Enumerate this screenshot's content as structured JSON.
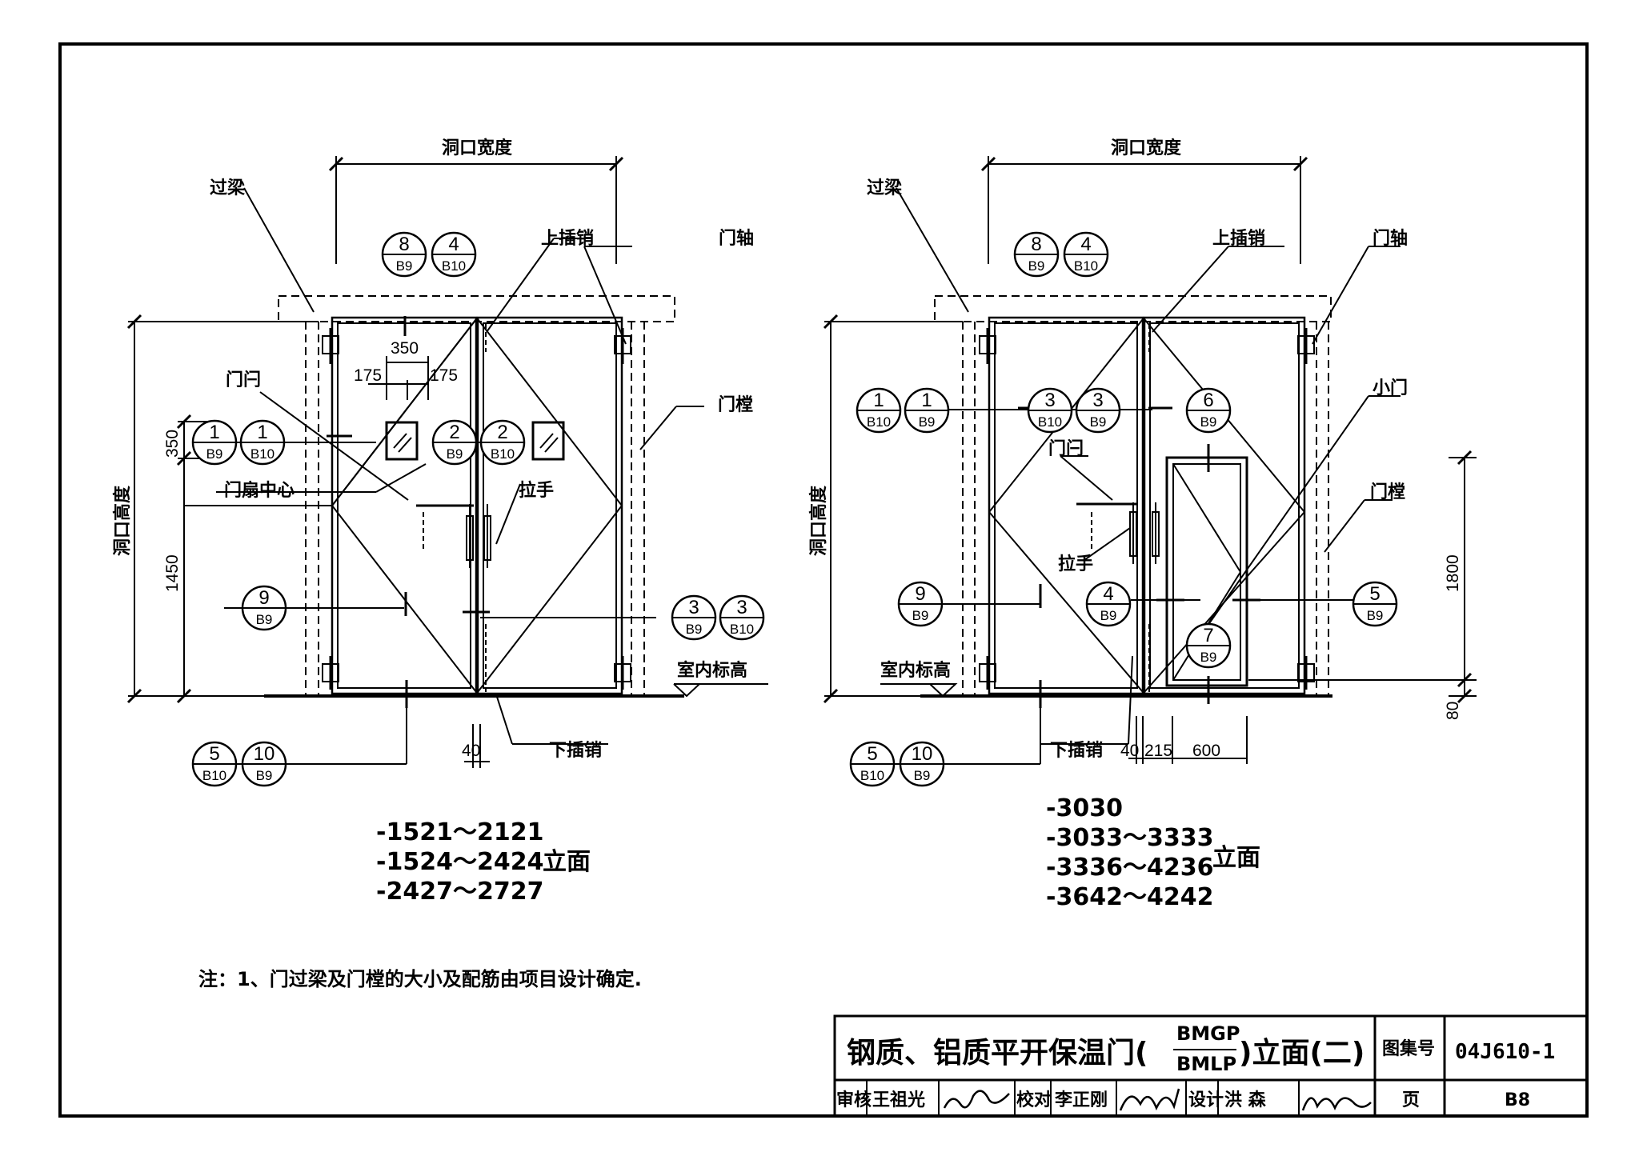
{
  "left": {
    "opening_width": "洞口宽度",
    "lintel": "过梁",
    "top_bolt": "上插销",
    "hinge": "门轴",
    "frame": "门樘",
    "latch": "门闩",
    "leaf_center": "门扇中心",
    "handle": "拉手",
    "opening_height": "洞口高度",
    "floor_level": "室内标高",
    "bottom_bolt": "下插销",
    "dims": {
      "d350_top": "350",
      "d175a": "175",
      "d175b": "175",
      "d350_side": "350",
      "d1450": "1450",
      "d40": "40"
    },
    "callouts": [
      {
        "n": "8",
        "s": "B9"
      },
      {
        "n": "4",
        "s": "B10"
      },
      {
        "n": "1",
        "s": "B9"
      },
      {
        "n": "1",
        "s": "B10"
      },
      {
        "n": "2",
        "s": "B9"
      },
      {
        "n": "2",
        "s": "B10"
      },
      {
        "n": "9",
        "s": "B9"
      },
      {
        "n": "3",
        "s": "B9"
      },
      {
        "n": "3",
        "s": "B10"
      },
      {
        "n": "5",
        "s": "B10"
      },
      {
        "n": "10",
        "s": "B9"
      }
    ],
    "codes": [
      "-1521～2121",
      "-1524～2424",
      "-2427～2727"
    ],
    "view_label": "立面"
  },
  "right": {
    "opening_width": "洞口宽度",
    "lintel": "过梁",
    "top_bolt": "上插销",
    "hinge": "门轴",
    "small_door": "小门",
    "frame": "门樘",
    "latch": "门闩",
    "handle": "拉手",
    "opening_height": "洞口高度",
    "floor_level": "室内标高",
    "bottom_bolt": "下插销",
    "dims": {
      "d1800": "1800",
      "d80": "80",
      "d40": "40",
      "d215": "215",
      "d600": "600"
    },
    "callouts": [
      {
        "n": "8",
        "s": "B9"
      },
      {
        "n": "4",
        "s": "B10"
      },
      {
        "n": "1",
        "s": "B10"
      },
      {
        "n": "1",
        "s": "B9"
      },
      {
        "n": "3",
        "s": "B10"
      },
      {
        "n": "3",
        "s": "B9"
      },
      {
        "n": "6",
        "s": "B9"
      },
      {
        "n": "9",
        "s": "B9"
      },
      {
        "n": "4",
        "s": "B9"
      },
      {
        "n": "5",
        "s": "B9"
      },
      {
        "n": "7",
        "s": "B9"
      },
      {
        "n": "5",
        "s": "B10"
      },
      {
        "n": "10",
        "s": "B9"
      }
    ],
    "codes": [
      "-3030",
      "-3033～3333",
      "-3336～4236",
      "-3642～4242"
    ],
    "view_label": "立面"
  },
  "note": "注：1、门过梁及门樘的大小及配筋由项目设计确定.",
  "title_block": {
    "title_prefix": "钢质、铝质平开保温门(",
    "title_code_top": "BMGP",
    "title_code_bottom": "BMLP",
    "title_suffix": ")立面(二)",
    "atlas_label": "图集号",
    "atlas_no": "04J610-1",
    "page_label": "页",
    "page_no": "B8",
    "review_label": "审核",
    "reviewer": "王祖光",
    "check_label": "校对",
    "checker": "李正刚",
    "design_label": "设计",
    "designer": "洪  森"
  }
}
